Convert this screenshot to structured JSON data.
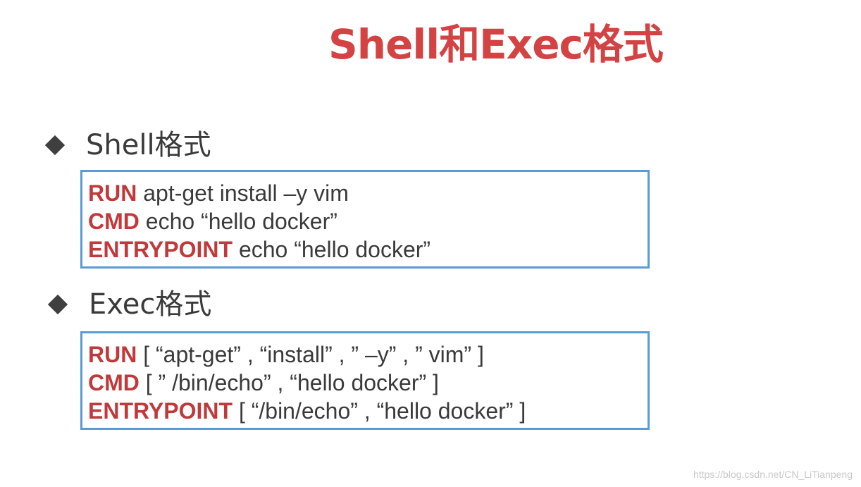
{
  "title": "Shell和Exec格式",
  "sections": [
    {
      "heading": "Shell格式",
      "lines": [
        {
          "keyword": "RUN",
          "rest": " apt-get install –y vim"
        },
        {
          "keyword": "CMD",
          "rest": " echo “hello docker”"
        },
        {
          "keyword": "ENTRYPOINT",
          "rest": " echo “hello docker”"
        }
      ]
    },
    {
      "heading": "Exec格式",
      "lines": [
        {
          "keyword": "RUN",
          "rest": " [ “apt-get” , “install” , ” –y” , ” vim” ]"
        },
        {
          "keyword": "CMD",
          "rest": " [ ” /bin/echo” , “hello docker” ]"
        },
        {
          "keyword": "ENTRYPOINT",
          "rest": " [ “/bin/echo” , “hello docker” ]"
        }
      ]
    }
  ],
  "watermark": "https://blog.csdn.net/CN_LiTianpeng",
  "colors": {
    "title": "#d34343",
    "keyword": "#c0393b",
    "box_border": "#5b9bd5",
    "text": "#3a3a3a"
  }
}
